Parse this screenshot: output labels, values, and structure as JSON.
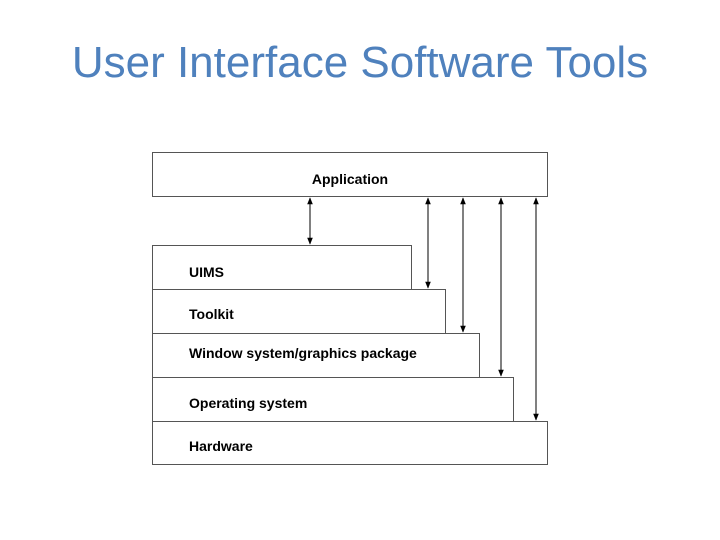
{
  "slide": {
    "title": "User Interface Software Tools"
  },
  "diagram": {
    "layers": {
      "application": "Application",
      "uims": "UIMS",
      "toolkit": "Toolkit",
      "window_system": "Window system/graphics package",
      "operating_system": "Operating system",
      "hardware": "Hardware"
    },
    "line_color": "#000000",
    "title_color": "#4f81bd"
  }
}
